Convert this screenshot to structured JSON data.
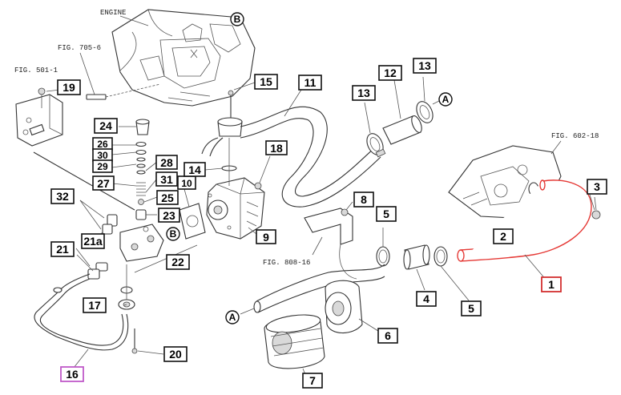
{
  "labels": {
    "engine": "ENGINE",
    "fig_705_6": "FIG. 705-6",
    "fig_501_1": "FIG. 501-1",
    "fig_602_18": "FIG. 602-18",
    "fig_808_16": "FIG. 808-16"
  },
  "callouts": {
    "A": "A",
    "B": "B"
  },
  "parts": {
    "p1": "1",
    "p2": "2",
    "p3": "3",
    "p4": "4",
    "p5": "5",
    "p6": "6",
    "p7": "7",
    "p8": "8",
    "p9": "9",
    "p10": "10",
    "p11": "11",
    "p12": "12",
    "p13": "13",
    "p14": "14",
    "p15": "15",
    "p16": "16",
    "p17": "17",
    "p18": "18",
    "p19": "19",
    "p20": "20",
    "p21": "21",
    "p21a": "21a",
    "p22": "22",
    "p23": "23",
    "p24": "24",
    "p25": "25",
    "p26": "26",
    "p27": "27",
    "p28": "28",
    "p29": "29",
    "p30": "30",
    "p31": "31",
    "p32": "32"
  },
  "colors": {
    "highlight_part": "#e53935",
    "highlight_label_1": "#d32f2f",
    "highlight_label_16": "#c05ac8"
  }
}
